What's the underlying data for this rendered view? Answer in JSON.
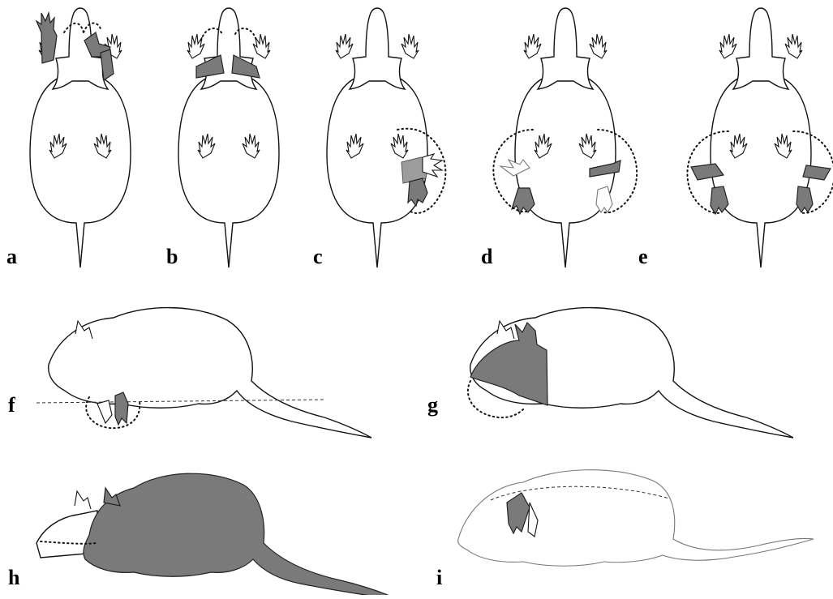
{
  "figure": {
    "panel_labels": [
      "a",
      "b",
      "c",
      "d",
      "e",
      "f",
      "g",
      "h",
      "i"
    ]
  }
}
